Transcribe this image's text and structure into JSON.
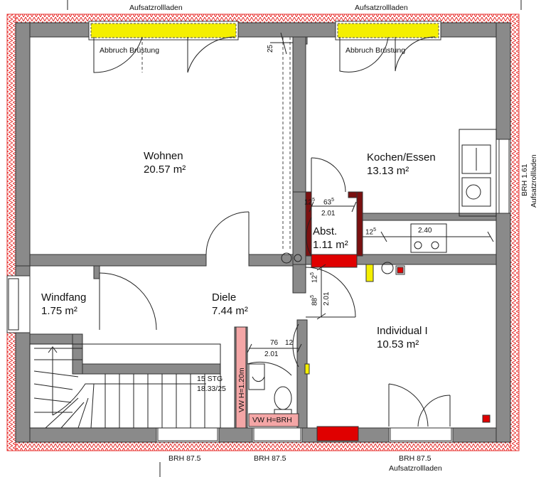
{
  "rooms": {
    "wohnen": {
      "name": "Wohnen",
      "area": "20.57 m²"
    },
    "kochen": {
      "name": "Kochen/Essen",
      "area": "13.13 m²"
    },
    "abst": {
      "name": "Abst.",
      "area": "1.11 m²"
    },
    "windfang": {
      "name": "Windfang",
      "area": "1.75 m²"
    },
    "diele": {
      "name": "Diele",
      "area": "7.44 m²"
    },
    "individual": {
      "name": "Individual I",
      "area": "10.53 m²"
    }
  },
  "annotations": {
    "aufsatz_left": "Aufsatzrollladen",
    "aufsatz_right": "Aufsatzrollladen",
    "abbruch_left": "Abbruch Brüstung",
    "abbruch_right": "Abbruch Brüstung",
    "brh_right": "BRH 1.61",
    "aufsatz_east": "Aufsatzrollladen",
    "brh_bottom_left": "BRH 87.5",
    "brh_bottom_mid": "BRH 87.5",
    "brh_bottom_right": "BRH 87.5",
    "aufsatz_bottom": "Aufsatzrollladen",
    "stairs_line1": "15 STG",
    "stairs_line2": "18.33/25",
    "vw_vertical": "VW H=1.20m",
    "vw_horizontal": "VW H=BRH"
  },
  "dimensions": {
    "d25": "25",
    "d12_abst": "12",
    "d12_abst_sup": "5",
    "d63": "63",
    "d63_sup": "5",
    "d201_abst": "2.01",
    "d12_kochen": "12",
    "d12_kochen_sup": "5",
    "d240": "2.40",
    "d12_diele": "12",
    "d12_diele_sup": "5",
    "d88": "88",
    "d88_sup": "5",
    "d201_diele_v": "2.01",
    "d76": "76",
    "d12_bath": "12",
    "d201_bath": "2.01"
  },
  "colors": {
    "wall": "#8a8a8a",
    "insulation": "#e8312f",
    "shutter": "#f4ef00",
    "fill_red": "#e00000",
    "pink": "#f4a6a6"
  }
}
